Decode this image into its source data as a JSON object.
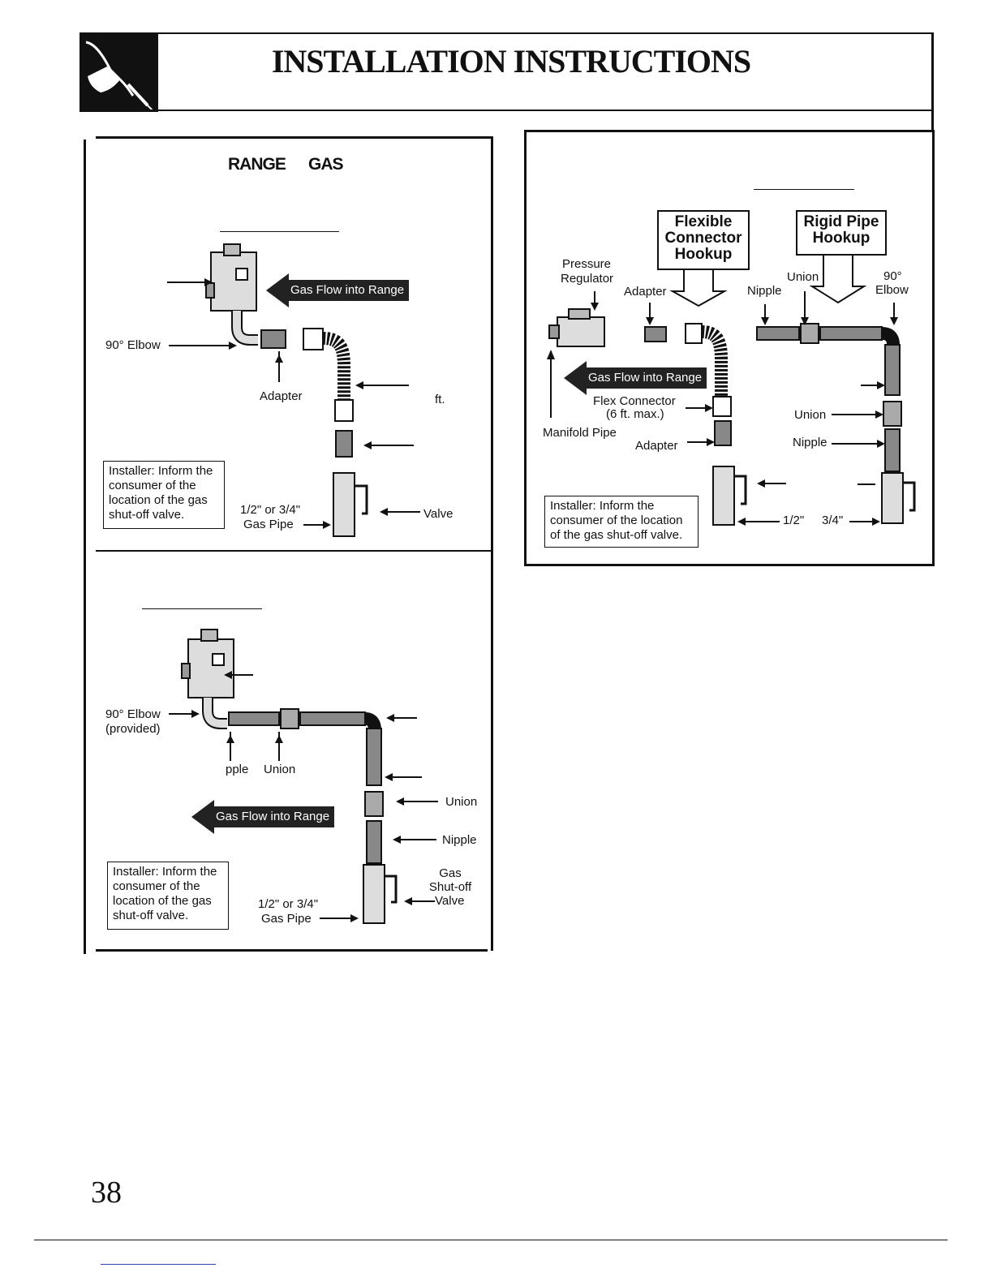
{
  "header": {
    "title": "INSTALLATION INSTRUCTIONS"
  },
  "panel_top_left": {
    "heading_words": [
      "RANGE",
      "GAS"
    ],
    "labels": {
      "elbow": "90° Elbow",
      "adapter": "Adapter",
      "ft": "ft.",
      "pipe": "1/2\" or 3/4\"",
      "pipe2": "Gas Pipe",
      "valve": "Valve"
    },
    "flow_label": "Gas Flow into Range",
    "installer_note": "Installer: Inform the consumer of the location of the gas shut-off valve."
  },
  "panel_bottom_left": {
    "labels": {
      "elbow": "90° Elbow",
      "provided": "(provided)",
      "nipple": "pple",
      "union": "Union",
      "union2": "Union",
      "nipple2": "Nipple",
      "gas": "Gas",
      "shutoff": "Shut-off",
      "valve": "Valve",
      "pipe": "1/2\" or 3/4\"",
      "pipe2": "Gas Pipe"
    },
    "flow_label": "Gas Flow into Range",
    "installer_note": "Installer: Inform the consumer of the location of the gas shut-off valve."
  },
  "panel_right": {
    "flexible_hookup": "Flexible Connector Hookup",
    "rigid_hookup": "Rigid Pipe Hookup",
    "labels": {
      "pressure": "Pressure",
      "regulator": "Regulator",
      "adapter": "Adapter",
      "nipple": "Nipple",
      "union": "Union",
      "ninety": "90°",
      "elbow": "Elbow",
      "flex_connector": "Flex Connector",
      "flex_max": "(6 ft. max.)",
      "manifold": "Manifold Pipe",
      "adapter2": "Adapter",
      "union2": "Union",
      "nipple2": "Nipple",
      "half": "1/2\"",
      "three_quarter": "3/4\""
    },
    "flow_label": "Gas Flow into Range",
    "installer_note": "Installer: Inform the consumer of the location of the gas shut-off valve."
  },
  "footer": {
    "page_number": "38"
  }
}
